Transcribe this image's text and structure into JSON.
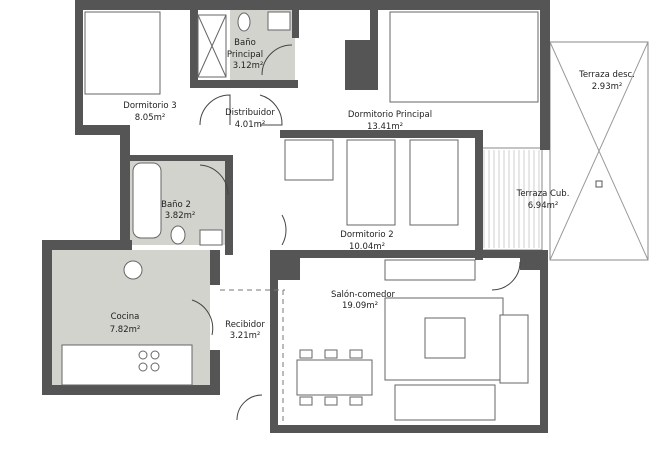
{
  "colors": {
    "wall": "#555555",
    "wet_room_fill": "#d3d3cd",
    "background": "#ffffff"
  },
  "rooms": [
    {
      "id": "dormitorio3",
      "name": "Dormitorio 3",
      "area": "8.05m²"
    },
    {
      "id": "bano_principal",
      "name_line1": "Baño",
      "name_line2": "Principal",
      "area": "3.12m²"
    },
    {
      "id": "distribuidor",
      "name": "Distribuidor",
      "area": "4.01m²"
    },
    {
      "id": "dormitorio_principal",
      "name": "Dormitorio Principal",
      "area": "13.41m²"
    },
    {
      "id": "terraza_desc",
      "name": "Terraza desc.",
      "area": "2.93m²"
    },
    {
      "id": "bano2",
      "name": "Baño 2",
      "area": "3.82m²"
    },
    {
      "id": "dormitorio2",
      "name": "Dormitorio 2",
      "area": "10.04m²"
    },
    {
      "id": "terraza_cub",
      "name": "Terraza Cub.",
      "area": "6.94m²"
    },
    {
      "id": "cocina",
      "name": "Cocina",
      "area": "7.82m²"
    },
    {
      "id": "recibidor",
      "name": "Recibidor",
      "area": "3.21m²"
    },
    {
      "id": "salon_comedor",
      "name": "Salón-comedor",
      "area": "19.09m²"
    }
  ]
}
